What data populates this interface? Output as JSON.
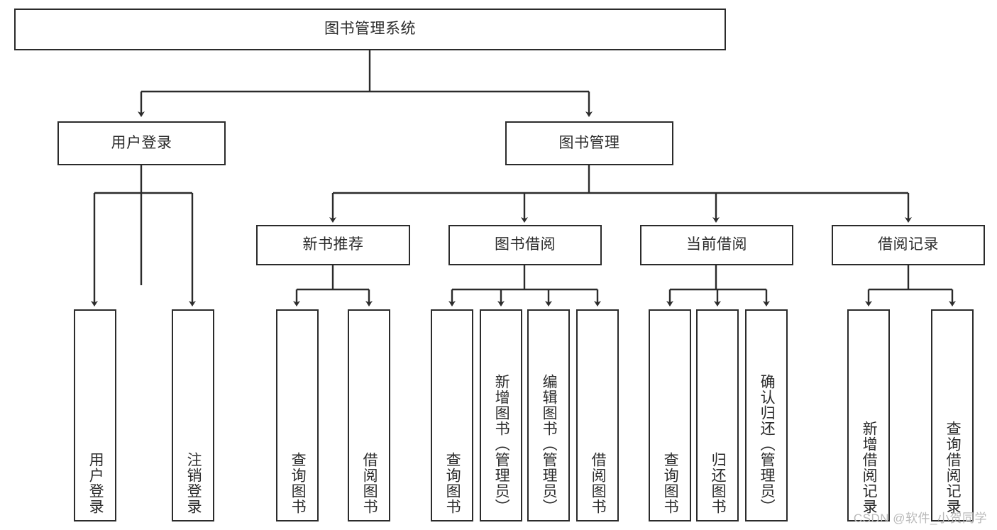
{
  "diagram": {
    "title_node": {
      "label": "图书管理系统"
    },
    "level2": [
      {
        "label": "用户登录"
      },
      {
        "label": "图书管理"
      }
    ],
    "level3": [
      {
        "label": "新书推荐"
      },
      {
        "label": "图书借阅"
      },
      {
        "label": "当前借阅"
      },
      {
        "label": "借阅记录"
      }
    ],
    "leaves": {
      "user_login": [
        {
          "label": "用户登录"
        },
        {
          "label": "注销登录"
        }
      ],
      "new_book_recommend": [
        {
          "label": "查询图书"
        },
        {
          "label": "借阅图书"
        }
      ],
      "book_borrow": [
        {
          "label": "查询图书"
        },
        {
          "label": "新增图书（管理员）"
        },
        {
          "label": "编辑图书（管理员）"
        },
        {
          "label": "借阅图书"
        }
      ],
      "current_borrow": [
        {
          "label": "查询图书"
        },
        {
          "label": "归还图书"
        },
        {
          "label": "确认归还（管理员）"
        }
      ],
      "borrow_record": [
        {
          "label": "新增借阅记录"
        },
        {
          "label": "查询借阅记录"
        }
      ]
    }
  },
  "watermark": {
    "text": "CSDN @软件_小贺同学"
  },
  "colors": {
    "stroke": "#2b2b2b",
    "fill": "#ffffff",
    "text": "#2b2b2b",
    "watermark": "#b9b9b9"
  }
}
